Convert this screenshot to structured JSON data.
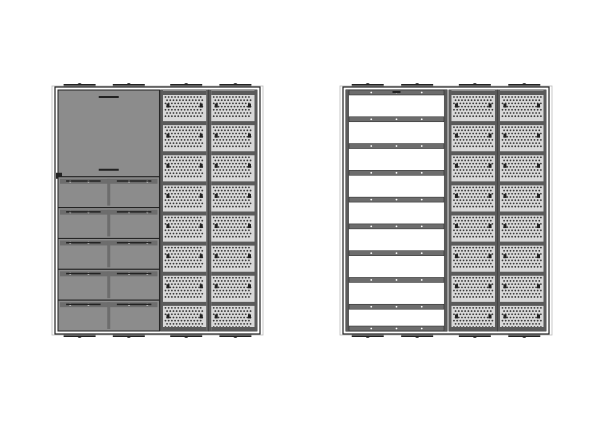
{
  "drawing": {
    "views": [
      {
        "id": "closed",
        "left_column": [
          "door",
          "double-drawer",
          "double-drawer",
          "double-drawer",
          "double-drawer",
          "double-drawer"
        ],
        "perforated_columns": 2,
        "perforated_rows": 8
      },
      {
        "id": "open",
        "left_column": [
          "panel",
          "shelf",
          "panel",
          "shelf",
          "panel",
          "shelf",
          "panel",
          "shelf",
          "panel",
          "shelf",
          "panel",
          "shelf",
          "panel",
          "shelf",
          "panel",
          "shelf",
          "panel"
        ],
        "perforated_columns": 2,
        "perforated_rows": 8
      }
    ],
    "colors": {
      "line": "#222222",
      "frame": "#5a5a5a",
      "fill_gray": "#8c8c8c",
      "fill_light": "#d8d8d8",
      "white": "#ffffff"
    }
  }
}
